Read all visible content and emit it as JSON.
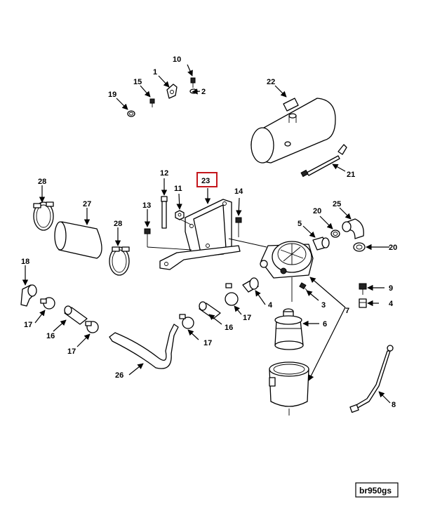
{
  "diagram": {
    "highlighted_callout": "23",
    "drawing_code": "br950gs",
    "highlight_color": "#c4161c",
    "callouts": {
      "c1": "1",
      "c2": "2",
      "c3": "3",
      "c4a": "4",
      "c4b": "4",
      "c5": "5",
      "c6": "6",
      "c7": "7",
      "c8": "8",
      "c9": "9",
      "c10": "10",
      "c11": "11",
      "c12": "12",
      "c13": "13",
      "c14": "14",
      "c15": "15",
      "c16a": "16",
      "c16b": "16",
      "c17a": "17",
      "c17b": "17",
      "c17c": "17",
      "c17d": "17",
      "c18": "18",
      "c19": "19",
      "c20a": "20",
      "c20b": "20",
      "c21": "21",
      "c22": "22",
      "c26": "26",
      "c27": "27",
      "c28a": "28",
      "c28b": "28"
    }
  }
}
